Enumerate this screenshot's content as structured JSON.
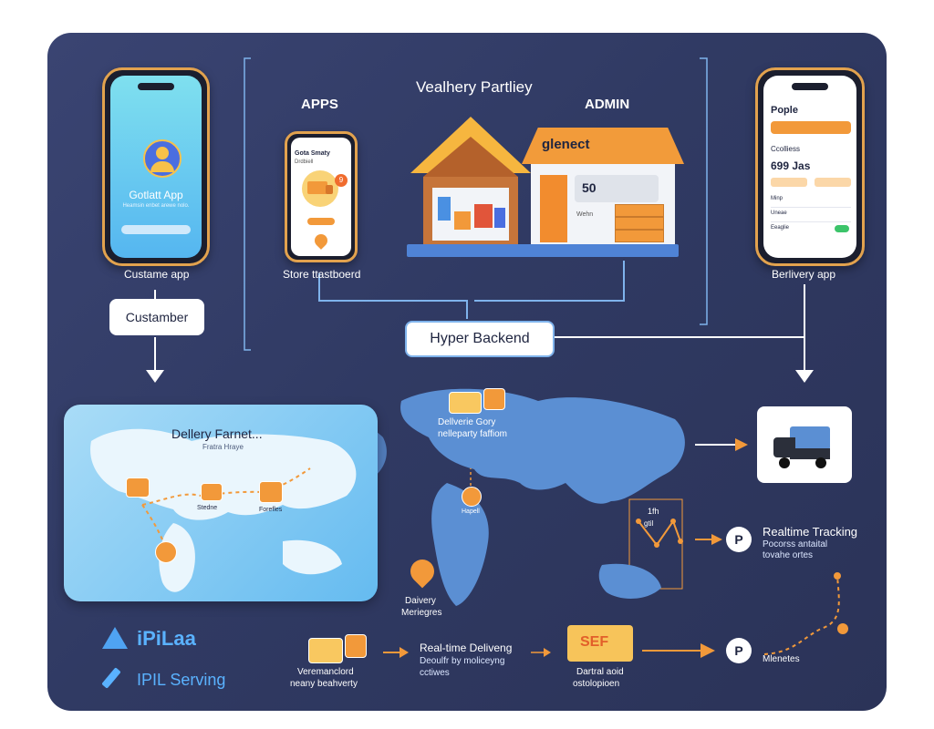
{
  "colors": {
    "panel": "#323b66",
    "accent": "#f2993a",
    "map_blue": "#6aa8e0",
    "line": "#7fb3ec",
    "white": "#ffffff"
  },
  "top": {
    "center_title": "Vealhery Partliey",
    "apps_label": "APPS",
    "admin_label": "ADMIN",
    "backend_label": "Hyper Backend",
    "admin_sign": "glenect",
    "admin_board": "50",
    "admin_board_small": "Wehn"
  },
  "customer_phone": {
    "title": "Gotlatt App",
    "sub": "Heamsin enbet arewe nolo.",
    "caption": "Custame app"
  },
  "store_phone": {
    "header": "Gota Smaty",
    "sub": "Drdbiell",
    "caption": "Store ttastboerd"
  },
  "delivery_phone": {
    "title": "Pople",
    "section": "Ccolliess",
    "amount": "699 Jas",
    "caption": "Berlivery app",
    "rows": [
      "Minp",
      "Uneae",
      "Eeaglie"
    ]
  },
  "customer_box": "Custamber",
  "map_card": {
    "title": "Dellery Farnet...",
    "sub": "Fratra Hraye",
    "pts": [
      "Stedne",
      "Forefles"
    ]
  },
  "world": {
    "truck_caption_1": "Dellverie Gory",
    "truck_caption_2": "nelleparty faffiom",
    "pin_caption": "Hapell",
    "mini_chart_top": "1fh",
    "mini_chart_sub": "gtil"
  },
  "tracking": {
    "pin": "P",
    "title": "Realtime Tracking",
    "sub1": "Pocorss antaital",
    "sub2": "tovahe ortes"
  },
  "bottom": {
    "delivery_pin_1": "Daivery",
    "delivery_pin_2": "Meriegres",
    "left_caption_1": "Veremanclord",
    "left_caption_2": "neany beahverty",
    "realtime_title": "Real-time Deliveng",
    "realtime_sub1": "Deoulfr by moliceyng",
    "realtime_sub2": "cctiwes",
    "sef_label": "SEF",
    "sef_cap1": "Dartral aoid",
    "sef_cap2": "ostolopioen",
    "pin2": "P",
    "pin2_caption": "Mlenetes"
  },
  "brand": {
    "logo_text": "iPiLaa",
    "serving": "IPIL Serving"
  }
}
